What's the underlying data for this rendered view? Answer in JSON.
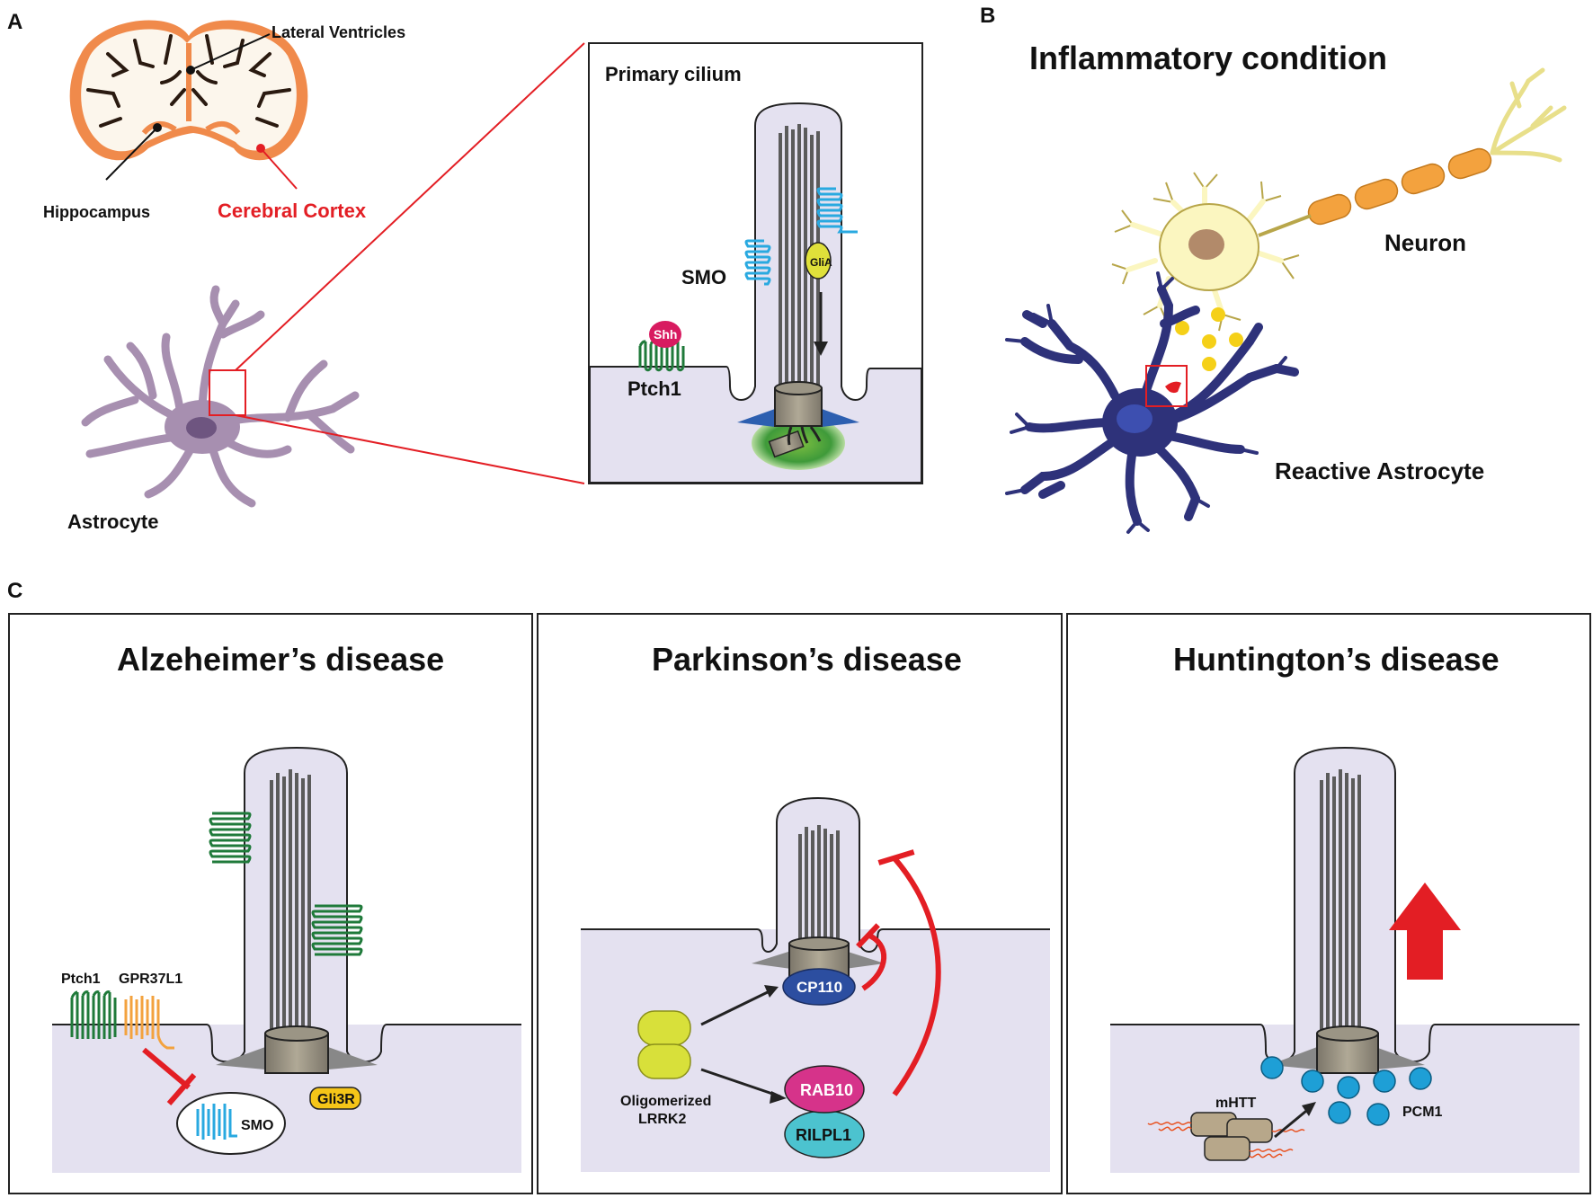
{
  "panels": {
    "A": {
      "letter": "A",
      "brain_labels": {
        "lateral_ventricles": "Lateral Ventricles",
        "hippocampus": "Hippocampus",
        "cerebral_cortex": "Cerebral Cortex"
      },
      "cell_label": "Astrocyte",
      "inset": {
        "title": "Primary cilium",
        "smo": "SMO",
        "glia": "GliA",
        "shh": "Shh",
        "ptch1": "Ptch1"
      }
    },
    "B": {
      "letter": "B",
      "title": "Inflammatory condition",
      "neuron": "Neuron",
      "astrocyte": "Reactive Astrocyte"
    },
    "C": {
      "letter": "C",
      "alzheimers": {
        "title": "Alzeheimer’s disease",
        "ptch1": "Ptch1",
        "gpr": "GPR37L1",
        "smo": "SMO",
        "gli3r": "Gli3R"
      },
      "parkinsons": {
        "title": "Parkinson’s disease",
        "cp110": "CP110",
        "rab10": "RAB10",
        "rilpl1": "RILPL1",
        "lrrk2_line1": "Oligomerized",
        "lrrk2_line2": "LRRK2"
      },
      "huntingtons": {
        "title": "Huntington’s disease",
        "mhtt": "mHTT",
        "pcm1": "PCM1"
      }
    }
  },
  "colors": {
    "red": "#e31e24",
    "astrocyte": "#a78fb0",
    "reactive_astrocyte": "#2e327a",
    "neuron_body": "#fbf6c0",
    "axon": "#f3a23e",
    "cilium_fill": "#e7e1ee",
    "membrane_fill": "#e4e1f0",
    "ptch1": "#1f7a3a",
    "smo": "#29a9e0",
    "gpr": "#f3a23e",
    "shh": "#d81b60",
    "glia": "#dfe03a",
    "gli3r": "#f5c518",
    "cp110": "#2c4ea0",
    "rab10": "#d6338a",
    "rilpl1": "#4cc3cf",
    "lrrk2": "#d8e03a",
    "pcm1": "#1e9fd6",
    "mhtt": "#b7a78a"
  }
}
